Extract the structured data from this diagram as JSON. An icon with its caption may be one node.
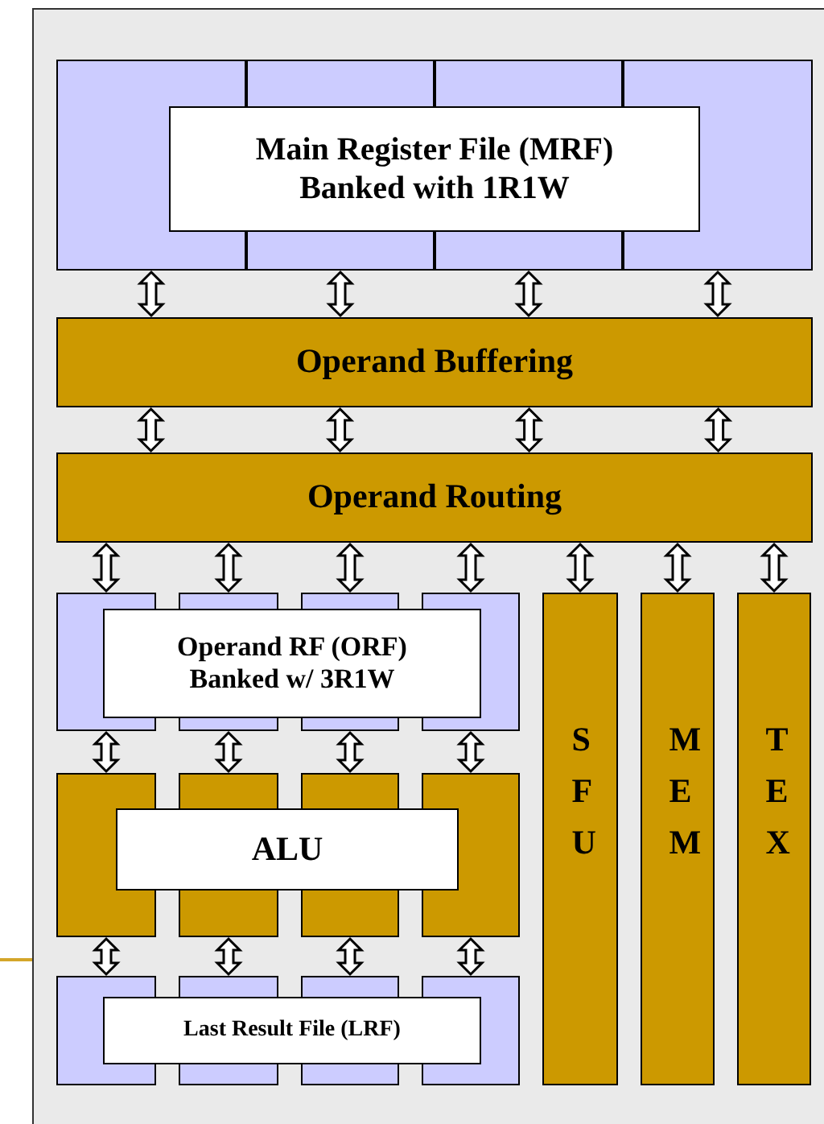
{
  "diagram": {
    "nodes": [
      {
        "text": [
          "Main Register File (MRF)",
          "Banked with 1R1W"
        ]
      },
      {
        "text": [],
        "shape": "box"
      },
      {
        "text": [],
        "shape": "box"
      },
      {
        "text": [],
        "shape": "box"
      },
      {
        "text": [],
        "shape": "box"
      },
      {
        "text": [],
        "shape": "box"
      },
      {
        "text": [],
        "shape": "box"
      },
      {
        "text": [
          "Operand Buffering"
        ]
      },
      {
        "text": [
          "Operand Routing"
        ]
      },
      {
        "text": [
          "Operand RF (ORF)",
          "Banked w/ 3R1W"
        ]
      },
      {
        "text": [],
        "shape": "box"
      },
      {
        "text": [],
        "shape": "box"
      },
      {
        "text": [],
        "shape": "box"
      },
      {
        "text": [],
        "shape": "box"
      },
      {
        "text": [],
        "shape": "box"
      },
      {
        "text": [],
        "shape": "box"
      },
      {
        "text": [
          "ALU"
        ]
      },
      {
        "text": [],
        "shape": "box"
      },
      {
        "text": [],
        "shape": "box"
      },
      {
        "text": [],
        "shape": "box"
      },
      {
        "text": [],
        "shape": "box"
      },
      {
        "text": [],
        "shape": "box"
      },
      {
        "text": [],
        "shape": "box"
      },
      {
        "text": [
          "Last Result File (LRF)"
        ]
      },
      {
        "text": [],
        "shape": "box"
      },
      {
        "text": [],
        "shape": "box"
      },
      {
        "text": [],
        "shape": "box"
      },
      {
        "text": [],
        "shape": "box"
      },
      {
        "text": [],
        "shape": "box"
      },
      {
        "text": [],
        "shape": "box"
      },
      {
        "text": [
          "SFU"
        ]
      },
      {
        "text": [
          "MEM"
        ]
      },
      {
        "text": [
          "TEX"
        ]
      }
    ],
    "edges": [
      {
        "from": 1,
        "to": 7,
        "arrow": "both"
      },
      {
        "from": 3,
        "to": 7,
        "arrow": "both"
      },
      {
        "from": 5,
        "to": 7,
        "arrow": "both"
      },
      {
        "from": 6,
        "to": 7,
        "arrow": "both"
      },
      {
        "from": 7,
        "to": 8,
        "arrow": "both"
      },
      {
        "from": 7,
        "to": 8,
        "arrow": "both"
      },
      {
        "from": 7,
        "to": 8,
        "arrow": "both"
      },
      {
        "from": 7,
        "to": 8,
        "arrow": "both"
      },
      {
        "from": 8,
        "to": 10,
        "arrow": "both"
      },
      {
        "from": 8,
        "to": 11,
        "arrow": "both"
      },
      {
        "from": 8,
        "to": 13,
        "arrow": "both"
      },
      {
        "from": 8,
        "to": 15,
        "arrow": "both"
      },
      {
        "from": 8,
        "to": 30,
        "arrow": "both"
      },
      {
        "from": 8,
        "to": 31,
        "arrow": "both"
      },
      {
        "from": 8,
        "to": 32,
        "arrow": "both"
      },
      {
        "from": 10,
        "to": 17,
        "arrow": "both"
      },
      {
        "from": 12,
        "to": 18,
        "arrow": "both"
      },
      {
        "from": 14,
        "to": 20,
        "arrow": "both"
      },
      {
        "from": 15,
        "to": 22,
        "arrow": "both"
      },
      {
        "from": 17,
        "to": 24,
        "arrow": "both"
      },
      {
        "from": 19,
        "to": 25,
        "arrow": "both"
      },
      {
        "from": 21,
        "to": 27,
        "arrow": "both"
      },
      {
        "from": 22,
        "to": 29,
        "arrow": "both"
      }
    ]
  }
}
